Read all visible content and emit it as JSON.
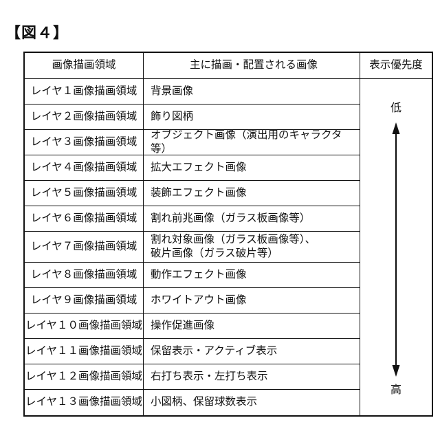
{
  "figure_label": "【図４】",
  "table": {
    "headers": {
      "drawing_area": "画像描画領域",
      "main_images": "主に描画・配置される画像",
      "priority": "表示優先度"
    },
    "rows": [
      {
        "layer": "レイヤ１画像描画領域",
        "images": "背景画像"
      },
      {
        "layer": "レイヤ２画像描画領域",
        "images": "飾り図柄"
      },
      {
        "layer": "レイヤ３画像描画領域",
        "images": "オブジェクト画像（演出用のキャラクタ等）"
      },
      {
        "layer": "レイヤ４画像描画領域",
        "images": "拡大エフェクト画像"
      },
      {
        "layer": "レイヤ５画像描画領域",
        "images": "装飾エフェクト画像"
      },
      {
        "layer": "レイヤ６画像描画領域",
        "images": "割れ前兆画像（ガラス板画像等）"
      },
      {
        "layer": "レイヤ７画像描画領域",
        "images": "割れ対象画像（ガラス板画像等）、\n破片画像（ガラス破片等）"
      },
      {
        "layer": "レイヤ８画像描画領域",
        "images": "動作エフェクト画像"
      },
      {
        "layer": "レイヤ９画像描画領域",
        "images": "ホワイトアウト画像"
      },
      {
        "layer": "レイヤ１０画像描画領域",
        "images": "操作促進画像"
      },
      {
        "layer": "レイヤ１１画像描画領域",
        "images": "保留表示・アクティブ表示"
      },
      {
        "layer": "レイヤ１２画像描画領域",
        "images": "右打ち表示・左打ち表示"
      },
      {
        "layer": "レイヤ１３画像描画領域",
        "images": "小図柄、保留球数表示"
      }
    ],
    "priority": {
      "low_label": "低",
      "high_label": "高"
    }
  },
  "colors": {
    "ink": "#111111",
    "background": "#ffffff"
  }
}
